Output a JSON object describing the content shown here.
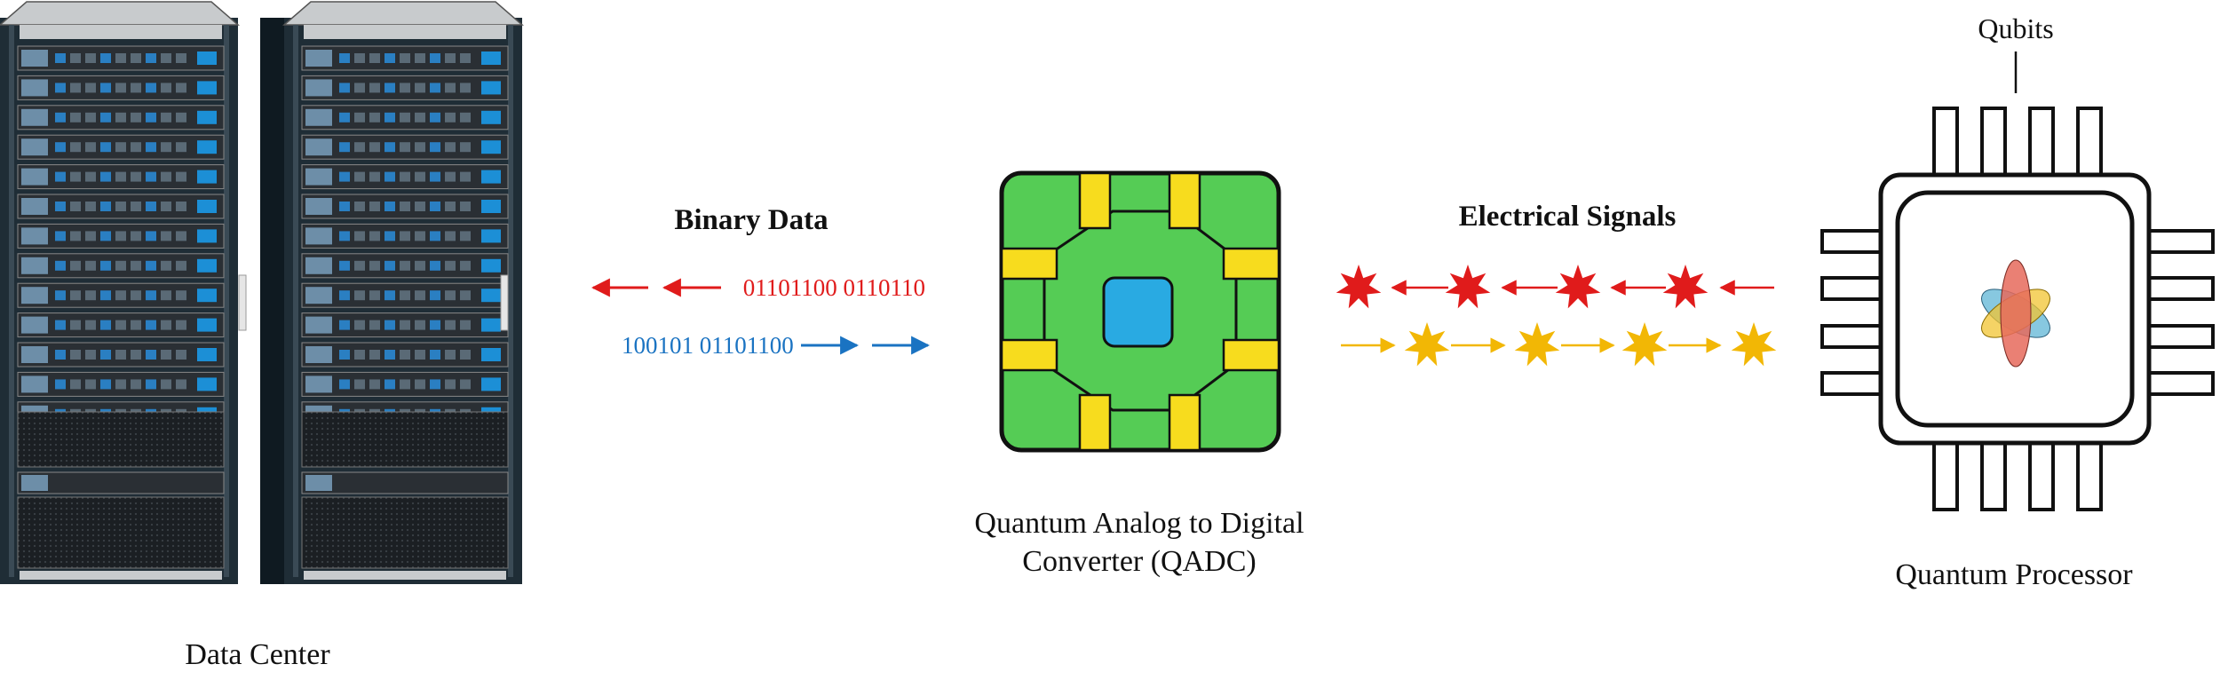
{
  "labels": {
    "data_center": "Data Center",
    "binary_data": "Binary Data",
    "binary_out": "01101100 0110110",
    "binary_in": "100101 01101100",
    "qadc_line1": "Quantum Analog to Digital",
    "qadc_line2": "Converter (QADC)",
    "electrical_signals": "Electrical Signals",
    "qubits": "Qubits",
    "quantum_processor": "Quantum Processor"
  },
  "colors": {
    "red": "#e01b1b",
    "blue": "#1a73c2",
    "yellow": "#f2b705",
    "green": "#55cc55",
    "chip_pad": "#f7dc1e",
    "core_blue": "#29aae2",
    "rack_dark": "#1f2d36",
    "rack_frame": "#0f1a21"
  }
}
